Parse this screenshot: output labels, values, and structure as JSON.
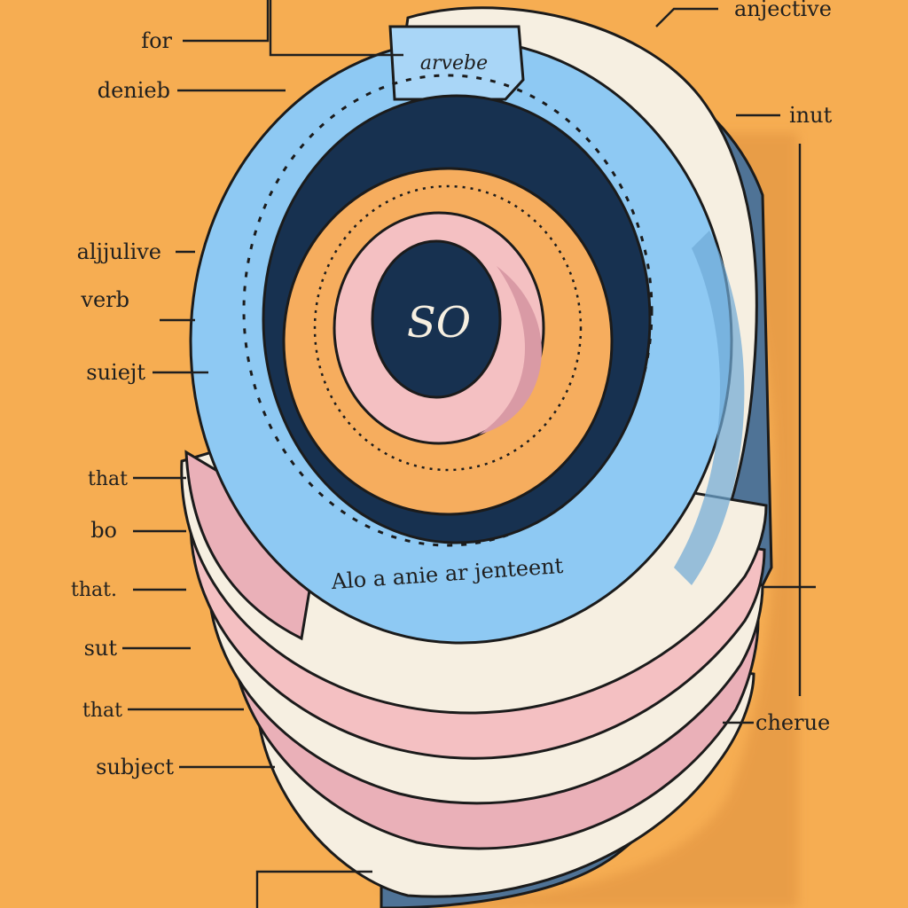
{
  "center_word": "SO",
  "tab_label": "arvebe",
  "ring_caption": "Alo a anie ar jenteent",
  "left_labels": [
    "for",
    "denieb",
    "aljjulive",
    "verb",
    "suiejt",
    "that",
    "bo",
    "that.",
    "sut",
    "that",
    "subject"
  ],
  "right_labels": [
    "anjective",
    "inut",
    "cherue"
  ],
  "colors": {
    "background": "#f6ad52",
    "blue": "#8ec9f3",
    "navy": "#173150",
    "orange": "#f6ad5e",
    "pink": "#f4c0c2",
    "cream": "#f6efe1",
    "slate": "#4f7396"
  }
}
